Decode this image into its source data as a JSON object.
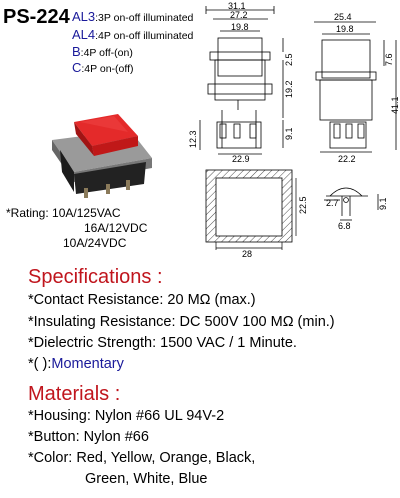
{
  "model": "PS-224",
  "variants": [
    {
      "code": "AL3",
      "desc": ":3P on-off  illuminated"
    },
    {
      "code": "AL4",
      "desc": ":4P on-off  illuminated"
    },
    {
      "code": "B",
      "desc": ":4P off-(on)"
    },
    {
      "code": "C",
      "desc": ":4P on-(off)"
    }
  ],
  "rating": {
    "label": "*Rating:",
    "lines": [
      "10A/125VAC",
      "16A/12VDC",
      "10A/24VDC"
    ]
  },
  "dimensions": {
    "front_total_width": "31.1",
    "front_upper_width": "27.2",
    "front_button_width": "19.8",
    "front_bottom_width": "22.9",
    "front_dim_2_5": "2.5",
    "front_dim_19_2": "19.2",
    "front_dim_9_1": "9.1",
    "front_dim_12_3": "12.3",
    "side_total_width": "25.4",
    "side_button_width": "19.8",
    "side_dim_7_6": "7.6",
    "side_height": "41.1",
    "side_bottom_width": "22.2",
    "panel_height": "22.5",
    "panel_width": "28",
    "terminal_2_7": "2.7",
    "terminal_9_1": "9.1",
    "terminal_6_8": "6.8"
  },
  "specifications": {
    "heading": "Specifications :",
    "items": [
      "*Contact Resistance: 20 MΩ   (max.)",
      "*Insulating Resistance: DC 500V 100 MΩ   (min.)",
      "*Dielectric Strength: 1500 VAC / 1 Minute."
    ],
    "momentary_prefix": "*(       ):",
    "momentary_label": "Momentary"
  },
  "materials": {
    "heading": "Materials :",
    "items": [
      "*Housing: Nylon #66 UL 94V-2",
      "*Button: Nylon #66",
      "*Color: Red, Yellow, Orange, Black,"
    ],
    "color_continued": "Green, White, Blue"
  },
  "colors": {
    "heading_red": "#c0151d",
    "code_blue": "#1a1a9a",
    "button_red": "#d81a1f",
    "housing_black": "#1c1c1c"
  }
}
